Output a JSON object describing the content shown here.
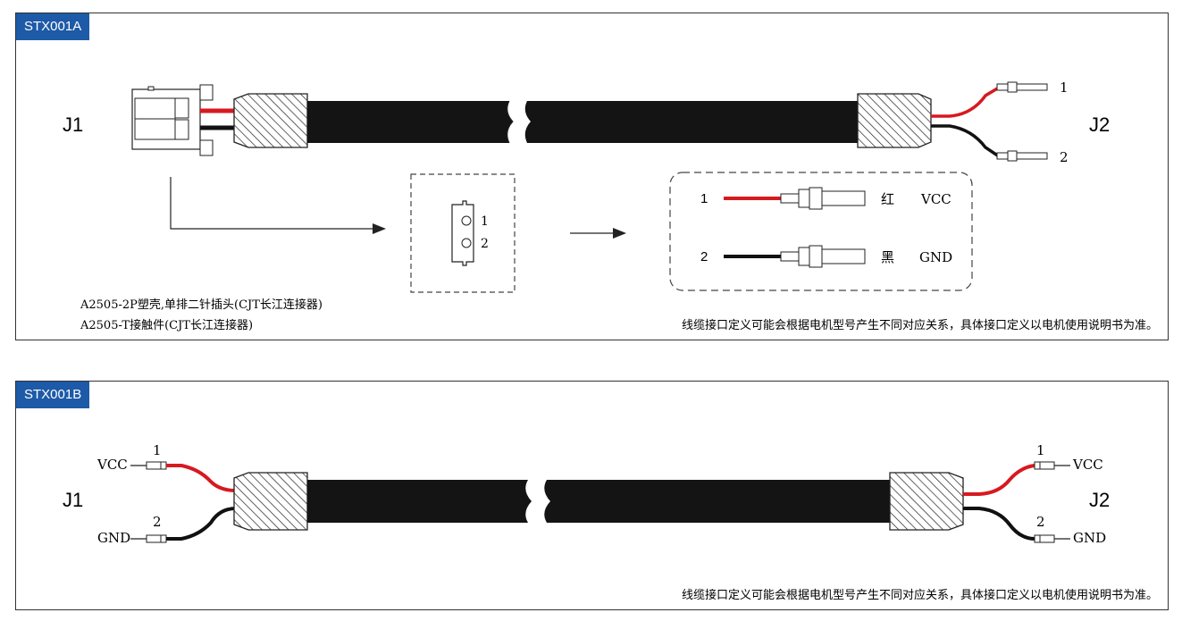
{
  "panel_a": {
    "tag": "STX001A",
    "j1": "J1",
    "j2": "J2",
    "pin1": "1",
    "pin2": "2",
    "legend": {
      "row1_num": "1",
      "row1_color": "红",
      "row1_signal": "VCC",
      "row2_num": "2",
      "row2_color": "黑",
      "row2_signal": "GND"
    },
    "part_note_1": "A2505-2P塑壳,单排二针插头(CJT长江连接器)",
    "part_note_2": "A2505-T接触件(CJT长江连接器)",
    "disclaimer": "线缆接口定义可能会根据电机型号产生不同对应关系，具体接口定义以电机使用说明书为准。"
  },
  "panel_b": {
    "tag": "STX001B",
    "j1": "J1",
    "j2": "J2",
    "left_vcc": "VCC",
    "left_gnd": "GND",
    "left_pin1": "1",
    "left_pin2": "2",
    "right_vcc": "VCC",
    "right_gnd": "GND",
    "right_pin1": "1",
    "right_pin2": "2",
    "disclaimer": "线缆接口定义可能会根据电机型号产生不同对应关系，具体接口定义以电机使用说明书为准。"
  },
  "colors": {
    "tag_bg": "#1d5aa7",
    "wire_red": "#d71920",
    "wire_black": "#111111",
    "cable": "#141414"
  }
}
